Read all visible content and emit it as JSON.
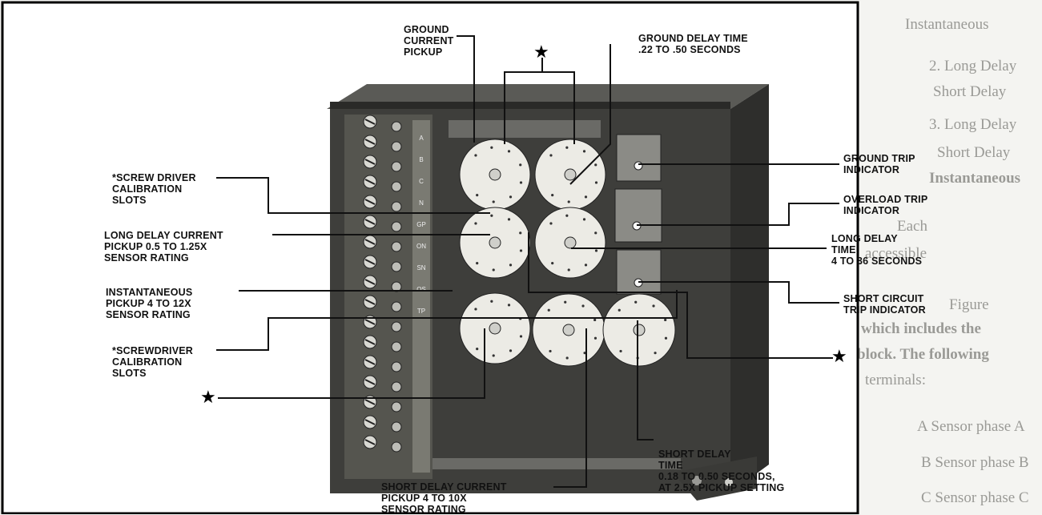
{
  "labels": {
    "ground_current_pickup": [
      "GROUND",
      "CURRENT",
      "PICKUP"
    ],
    "ground_delay_time": [
      "GROUND DELAY TIME",
      ".22 TO .50 SECONDS"
    ],
    "screw_driver_top": [
      "*SCREW DRIVER",
      "CALIBRATION",
      "SLOTS"
    ],
    "ground_trip_indicator": [
      "GROUND TRIP",
      "INDICATOR"
    ],
    "overload_trip_indicator": [
      "OVERLOAD TRIP",
      "INDICATOR"
    ],
    "long_delay_current_pickup": [
      "LONG DELAY CURRENT",
      "PICKUP 0.5 TO 1.25X",
      "SENSOR RATING"
    ],
    "long_delay_time": [
      "LONG DELAY",
      "TIME",
      "4 TO 36 SECONDS"
    ],
    "instantaneous_pickup": [
      "INSTANTANEOUS",
      "PICKUP 4 TO 12X",
      "SENSOR RATING"
    ],
    "short_circuit_trip_indicator": [
      "SHORT CIRCUIT",
      "TRIP INDICATOR"
    ],
    "screwdriver_bottom": [
      "*SCREWDRIVER",
      "CALIBRATION",
      "SLOTS"
    ],
    "short_delay_current_pickup": [
      "SHORT DELAY CURRENT",
      "PICKUP 4 TO 10X",
      "SENSOR RATING"
    ],
    "short_delay_time": [
      "SHORT DELAY",
      "TIME",
      "0.18 TO 0.50 SECONDS,",
      "AT 2.5X PICKUP SETTING"
    ]
  },
  "star_symbol": "★",
  "background_page_text": [
    "Instantaneous",
    "2. Long Delay",
    "Short Delay",
    "3. Long Delay",
    "Short Delay",
    "Instantaneous",
    "Each",
    "accessible",
    "Figure",
    "which includes the",
    "block. The following",
    "terminals:",
    "A Sensor phase A",
    "B Sensor phase B",
    "C Sensor phase C"
  ],
  "terminal_letters": [
    "A",
    "B",
    "C",
    "N",
    "GP",
    "ON",
    "SN",
    "OS",
    "TP"
  ],
  "colors": {
    "panel": "#3e3e3b",
    "dial": "#ecebe5",
    "line": "#111111"
  }
}
